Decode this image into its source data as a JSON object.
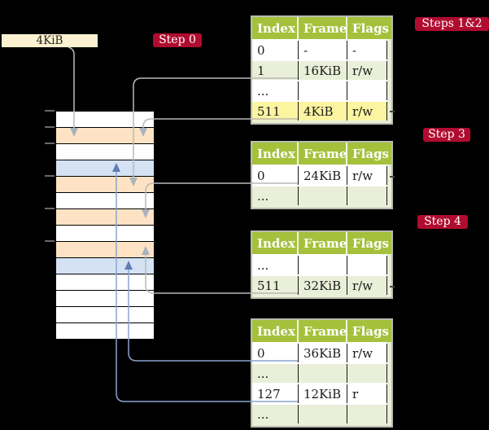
{
  "colors": {
    "background": "#000000",
    "badge_red": "#b00c30",
    "header_green": "#a5c13c",
    "row_alt_green": "#e9efd8",
    "highlight_yellow": "#fbf5a1",
    "cream": "#fcf2d1",
    "page_table_orange": "#fde3c4",
    "data_page_blue": "#d4e2f4",
    "arrow_gray": "#b9b9b9",
    "arrow_head_gray": "#a9b2bf",
    "arrow_blue": "#8ba3cd",
    "arrow_head_blue": "#5f7db0",
    "table_border": "#b8bdb0"
  },
  "page_size_label": "4KiB",
  "badges": {
    "step0": "Step 0",
    "steps12": "Steps 1&2",
    "step3": "Step 3",
    "step4": "Step 4"
  },
  "memory": {
    "rows": [
      "plain",
      "pagetable",
      "plain",
      "data",
      "pagetable",
      "plain",
      "pagetable",
      "plain",
      "pagetable",
      "data",
      "plain",
      "plain",
      "plain",
      "plain"
    ]
  },
  "tables": [
    {
      "headers": [
        "Index",
        "Frame",
        "Flags"
      ],
      "rows": [
        {
          "cells": [
            "0",
            "-",
            "-"
          ]
        },
        {
          "cells": [
            "1",
            "16KiB",
            "r/w"
          ]
        },
        {
          "cells": [
            "...",
            "",
            ""
          ]
        },
        {
          "cells": [
            "511",
            "4KiB",
            "r/w"
          ]
        }
      ]
    },
    {
      "headers": [
        "Index",
        "Frame",
        "Flags"
      ],
      "rows": [
        {
          "cells": [
            "0",
            "24KiB",
            "r/w"
          ]
        },
        {
          "cells": [
            "...",
            "",
            ""
          ]
        }
      ]
    },
    {
      "headers": [
        "Index",
        "Frame",
        "Flags"
      ],
      "rows": [
        {
          "cells": [
            "...",
            "",
            ""
          ]
        },
        {
          "cells": [
            "511",
            "32KiB",
            "r/w"
          ]
        }
      ]
    },
    {
      "headers": [
        "Index",
        "Frame",
        "Flags"
      ],
      "rows": [
        {
          "cells": [
            "0",
            "36KiB",
            "r/w"
          ]
        },
        {
          "cells": [
            "...",
            "",
            ""
          ]
        },
        {
          "cells": [
            "127",
            "12KiB",
            "r"
          ]
        },
        {
          "cells": [
            "...",
            "",
            ""
          ]
        }
      ]
    }
  ]
}
